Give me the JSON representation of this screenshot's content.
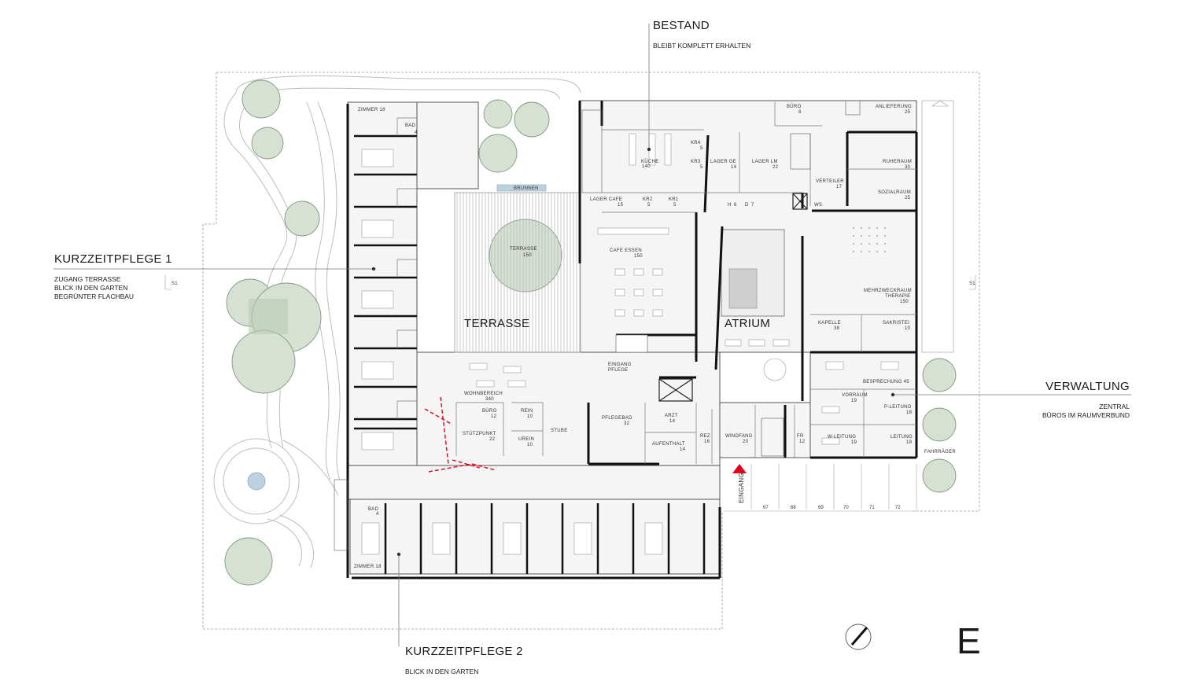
{
  "callouts": {
    "bestand": {
      "title": "BESTAND",
      "sub": [
        "BLEIBT KOMPLETT ERHALTEN"
      ]
    },
    "kurzzeit1": {
      "title": "KURZZEITPFLEGE 1",
      "sub": [
        "ZUGANG TERRASSE",
        "BLICK IN DEN GARTEN",
        "BEGRÜNTER FLACHBAU"
      ]
    },
    "kurzzeit2": {
      "title": "KURZZEITPFLEGE 2",
      "sub": [
        "BLICK IN DEN GARTEN"
      ]
    },
    "verwaltung": {
      "title": "VERWALTUNG",
      "sub": [
        "ZENTRAL",
        "BÜROS IM RAUMVERBUND"
      ]
    }
  },
  "zones": {
    "terrasse": "TERRASSE",
    "atrium": "ATRIUM"
  },
  "rooms": {
    "zimmer_top": "ZIMMER 18",
    "bad_top": "BAD",
    "bad_top_n": "4",
    "zimmer_bottom": "ZIMMER 18",
    "bad_bottom": "BAD",
    "bad_bottom_n": "4",
    "brunnen": "BRUNNEN",
    "terrasse_small": "TERRASSE",
    "terrasse_small_n": "150",
    "kueche": "KÜCHE",
    "kueche_n": "140",
    "kr4": "KR4",
    "kr4_n": "5",
    "kr3": "KR3",
    "kr3_n": "5",
    "lager_ge": "LAGER GE",
    "lager_ge_n": "14",
    "lager_lm": "LAGER LM",
    "lager_lm_n": "22",
    "buero_top": "BÜRO",
    "buero_top_n": "8",
    "anlieferung": "ANLIEFERUNG",
    "anlieferung_n": "25",
    "ruheraum": "RUHERAUM",
    "ruheraum_n": "30",
    "verteiler": "VERTEILER",
    "verteiler_n": "17",
    "sozialraum": "SOZIALRAUM",
    "sozialraum_n": "25",
    "lager_cafe": "LAGER CAFE",
    "lager_cafe_n": "15",
    "kr2": "KR2",
    "kr2_n": "5",
    "kr1": "KR1",
    "kr1_n": "5",
    "wc_h": "H",
    "wc_h_n": "6",
    "wc_d": "D",
    "wc_d_n": "7",
    "ws": "WS",
    "cafe": "CAFE ESSEN",
    "cafe_n": "150",
    "mehrzweck": "MEHRZWECKRAUM",
    "mehrzweck_b": "THERAPIE",
    "mehrzweck_n": "150",
    "kapelle": "KAPELLE",
    "kapelle_n": "38",
    "sakristei": "SAKRISTEI",
    "sakristei_n": "10",
    "besprechung": "BESPRECHUNG 45",
    "vorraum": "VORRAUM",
    "vorraum_n": "19",
    "p_leitung": "P-LEITUNG",
    "p_leitung_n": "18",
    "w_leitung": "W-LEITUNG",
    "w_leitung_n": "19",
    "leitung": "LEITUNG",
    "leitung_n": "18",
    "eingang_pflege": "EINGANG",
    "eingang_pflege_b": "PFLEGE",
    "wohnbereich": "WOHNBEREICH",
    "wohnbereich_n": "340",
    "buero_mid": "BÜRO",
    "buero_mid_n": "12",
    "rein": "REIN",
    "rein_n": "10",
    "stuetzpunkt": "STÜTZPUNKT",
    "stuetzpunkt_n": "22",
    "urein": "UREIN",
    "urein_n": "10",
    "stube": "STUBE",
    "pflegebad": "PFLEGEBAD",
    "pflegebad_n": "32",
    "arzt": "ARZT",
    "arzt_n": "14",
    "aufenthalt": "AUFENTHALT",
    "aufenthalt_n": "14",
    "rez": "REZ",
    "rez_n": "16",
    "windfang": "WINDFANG",
    "windfang_n": "20",
    "fr": "FR",
    "fr_n": "12",
    "eingang": "EINGANG",
    "fahrraeger": "FAHRRÄGER",
    "s1_left": "S1",
    "s1_right": "S1"
  },
  "parking": [
    "67",
    "68",
    "69",
    "70",
    "71",
    "72"
  ],
  "sheet_letter": "E",
  "icons": {
    "north": "north-arrow-icon",
    "entrance": "entrance-arrow-icon",
    "tree": "tree-icon"
  },
  "colors": {
    "tree_fill": "#d6e1d3",
    "tree_stroke": "#7f9b80",
    "accent_red": "#e3001b",
    "water": "#bcd2e2",
    "wall": "#111111"
  }
}
